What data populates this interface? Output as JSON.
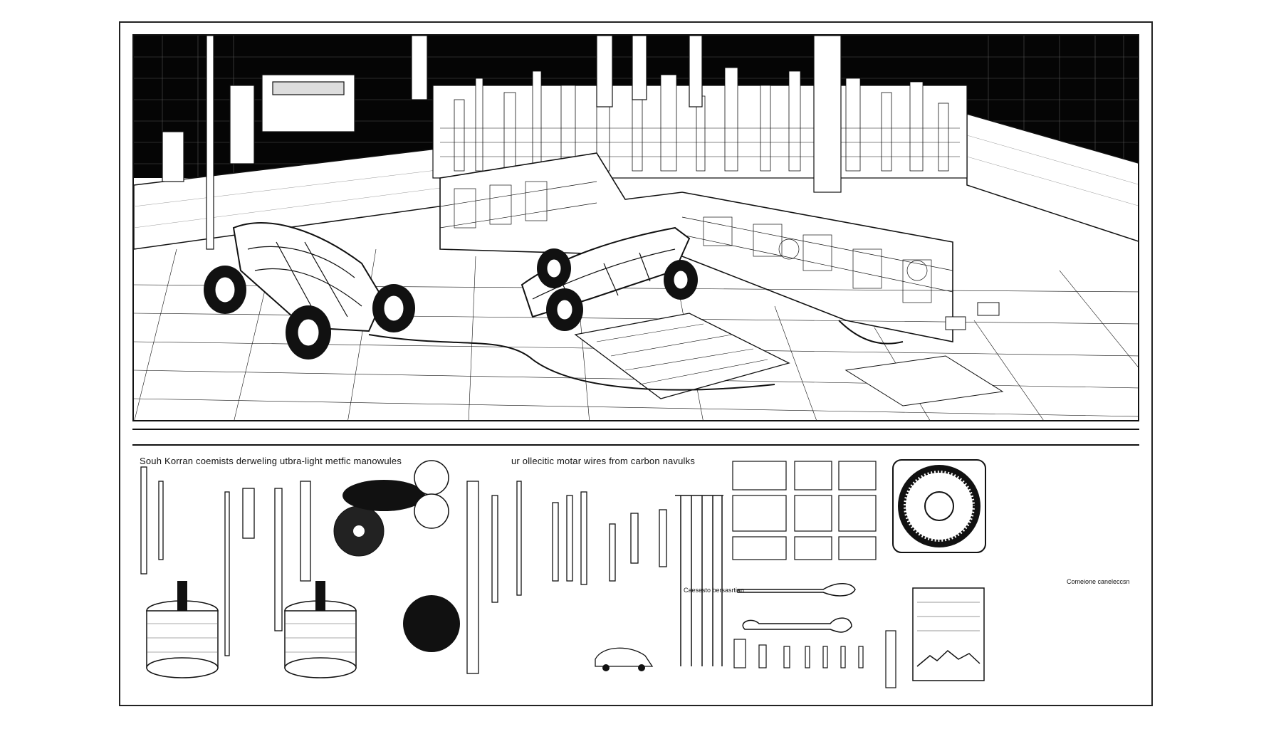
{
  "caption_left": "Souh Korran coemists derweling utbra-light metfic manowules",
  "caption_right": "ur ollecitic motar wires from carbon navulks",
  "label_small_1": "Caesesto bersasrtian",
  "label_small_2": "Comeione caneleccsn",
  "colors": {
    "ink": "#111111",
    "paper": "#ffffff",
    "sky": "#050505"
  }
}
